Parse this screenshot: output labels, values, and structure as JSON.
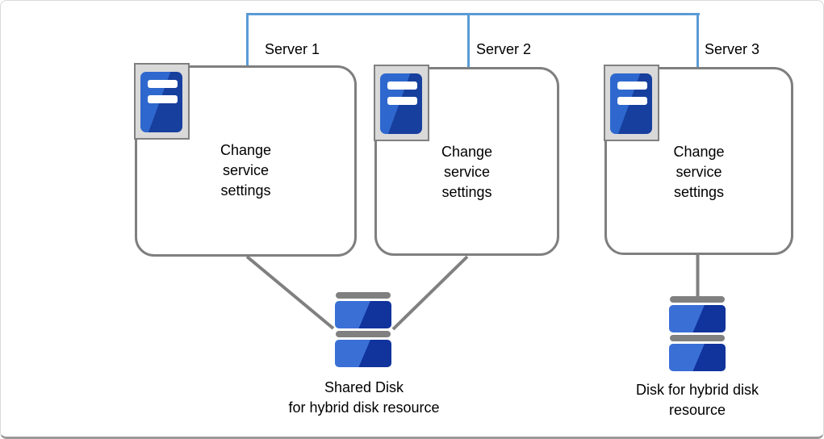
{
  "colors": {
    "connector_blue": "#5B9BD5",
    "line_gray": "#808080",
    "box_border": "#7F7F7F",
    "icon_bg": "#D9D9D9",
    "server_blue_light": "#2E68CE",
    "server_blue_dark": "#173F9E",
    "disk_blue_light": "#3A6FD6",
    "disk_blue_dark": "#10339C",
    "frame_bottom": "#9A9A9A"
  },
  "servers": [
    {
      "label": "Server 1",
      "body": "Change\nservice\nsettings",
      "icon": "server-tower-icon"
    },
    {
      "label": "Server 2",
      "body": "Change\nservice\nsettings",
      "icon": "server-tower-icon"
    },
    {
      "label": "Server 3",
      "body": "Change\nservice\nsettings",
      "icon": "server-tower-icon"
    }
  ],
  "disks": [
    {
      "label": "Shared Disk\nfor hybrid disk resource",
      "icon": "disk-stack-icon",
      "connected_servers": [
        "Server 1",
        "Server 2"
      ]
    },
    {
      "label": "Disk for hybrid disk\nresource",
      "icon": "disk-stack-icon",
      "connected_servers": [
        "Server 3"
      ]
    }
  ]
}
